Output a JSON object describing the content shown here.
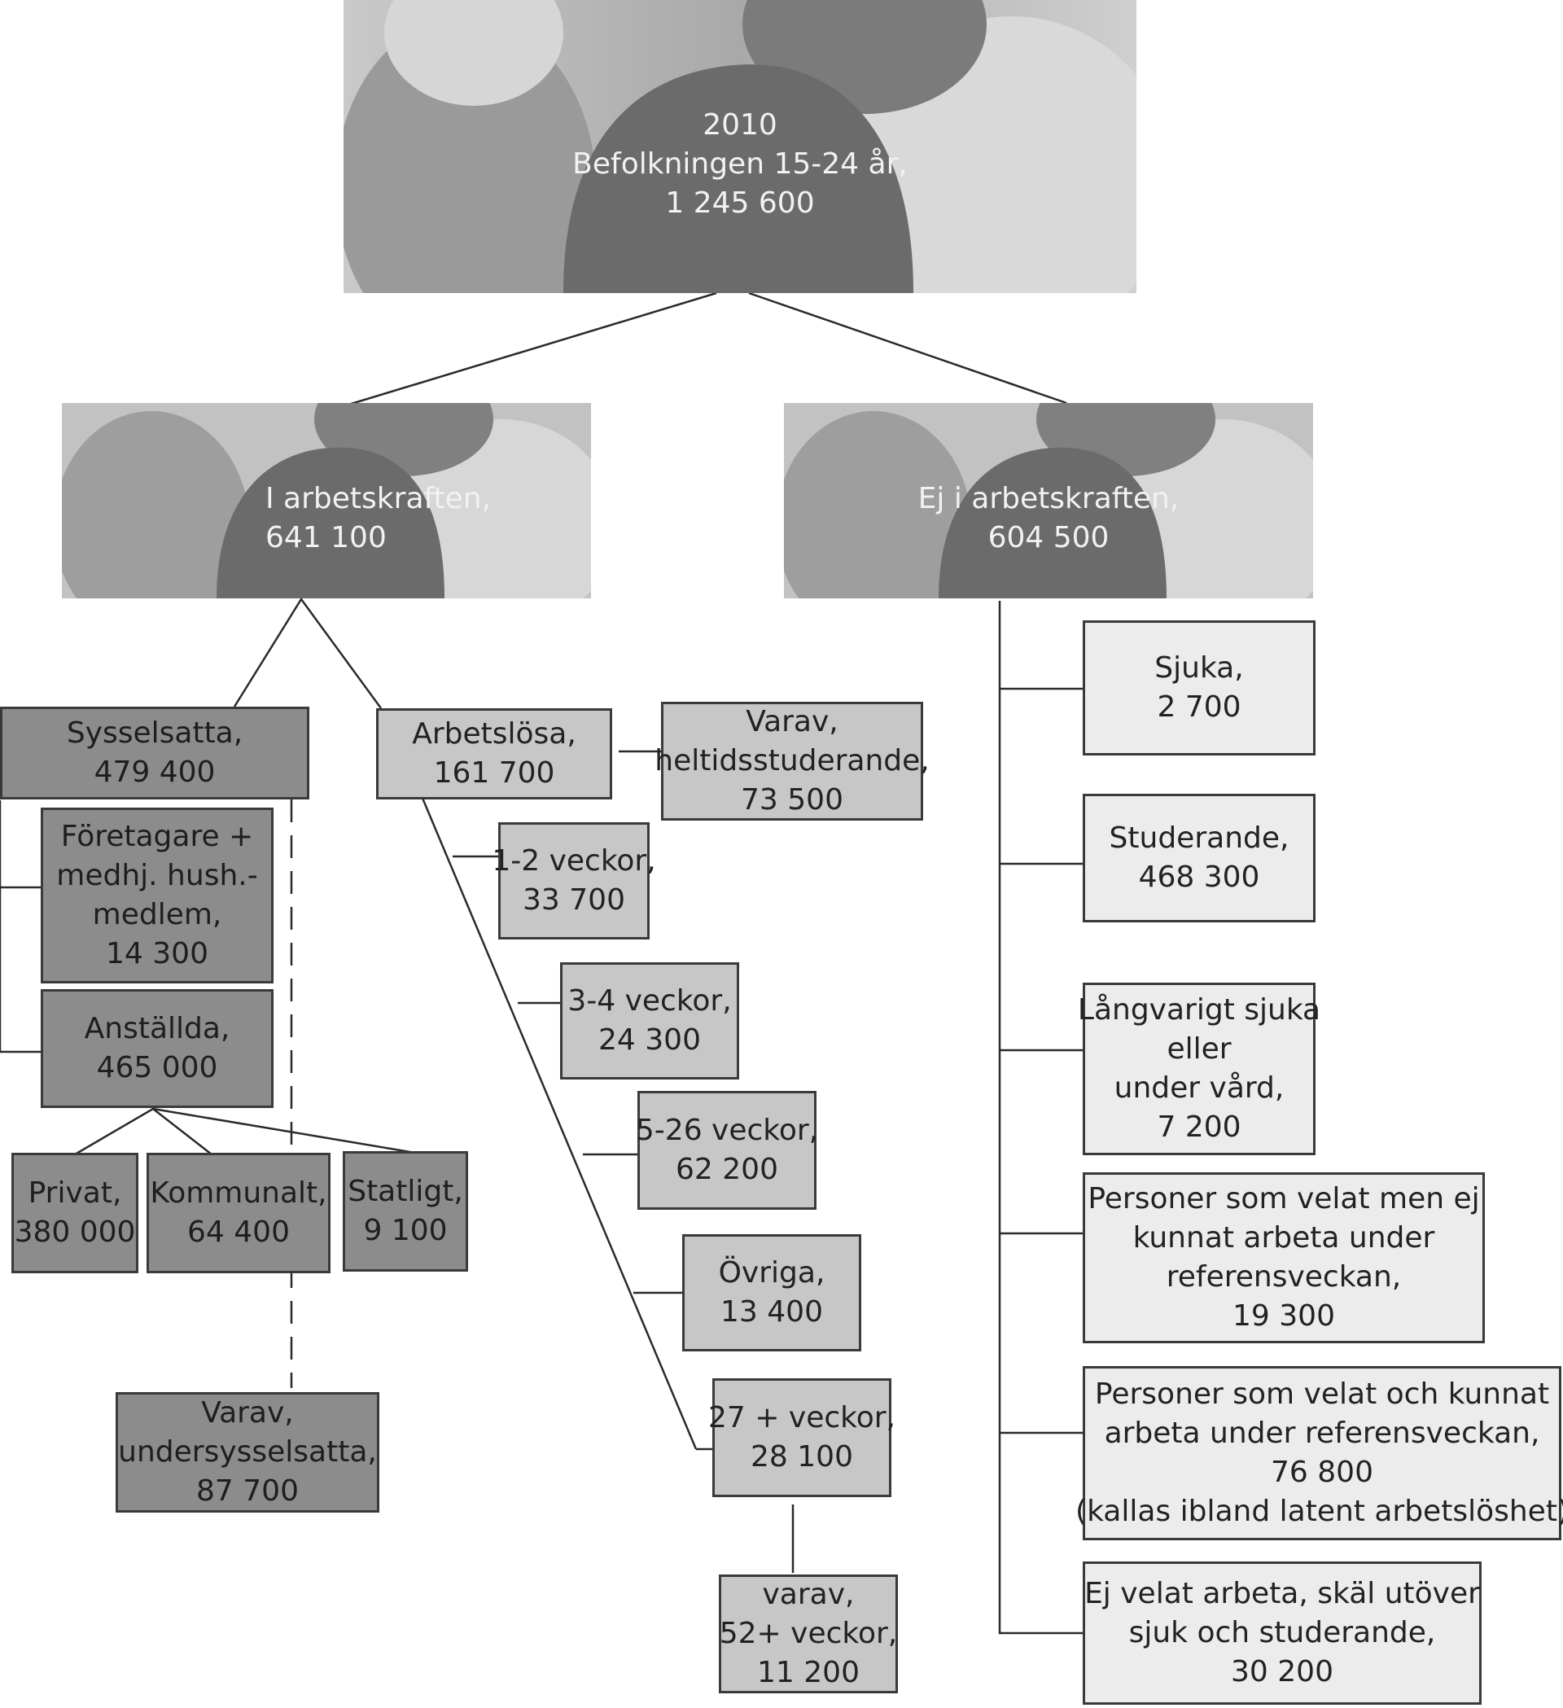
{
  "root": {
    "lines": [
      "2010",
      "Befolkningen 15-24 år,",
      "1 245 600"
    ]
  },
  "labor_force": {
    "lines": [
      "I arbetskraften,",
      "641 100"
    ]
  },
  "not_labor_force": {
    "lines": [
      "Ej i arbetskraften,",
      "604 500"
    ]
  },
  "employed": {
    "lines": [
      "Sysselsatta,",
      "479 400"
    ],
    "entrepreneurs": [
      "Företagare +",
      "medhj. hush.-",
      "medlem,",
      "14 300"
    ],
    "employees": [
      "Anställda,",
      "465 000"
    ],
    "private": [
      "Privat,",
      "380 000"
    ],
    "municipal": [
      "Kommunalt,",
      "64 400"
    ],
    "state": [
      "Statligt,",
      "9 100"
    ],
    "underemployed": [
      "Varav,",
      "undersysselsatta,",
      "87 700"
    ]
  },
  "unemployed": {
    "lines": [
      "Arbetslösa,",
      "161 700"
    ],
    "fulltime_students": [
      "Varav,",
      "heltidsstuderande,",
      "73 500"
    ],
    "weeks_1_2": [
      "1-2 veckor,",
      "33 700"
    ],
    "weeks_3_4": [
      "3-4 veckor,",
      "24 300"
    ],
    "weeks_5_26": [
      "5-26 veckor,",
      "62 200"
    ],
    "other": [
      "Övriga,",
      "13 400"
    ],
    "weeks_27_plus": [
      "27 + veckor,",
      "28 100"
    ],
    "weeks_52_plus": [
      "varav,",
      "52+ veckor,",
      "11 200"
    ]
  },
  "outside": {
    "sick": [
      "Sjuka,",
      "2 700"
    ],
    "students": [
      "Studerande,",
      "468 300"
    ],
    "long_sick": [
      "Långvarigt sjuka",
      "eller",
      "under vård,",
      "7 200"
    ],
    "wanted_not_able": [
      "Personer som velat men ej",
      "kunnat arbeta under",
      "referensveckan,",
      "19 300"
    ],
    "wanted_and_able": [
      "Personer som velat och kunnat",
      "arbeta under referensveckan,",
      "76 800",
      "(kallas ibland latent arbetslöshet)"
    ],
    "not_wanted": [
      "Ej velat arbeta, skäl utöver",
      "sjuk och studerande,",
      "30 200"
    ]
  },
  "colors": {
    "dark_box": "#8c8c8c",
    "mid_box": "#c7c7c7",
    "light_box": "#ececec",
    "photo_base": "#b9b9b9",
    "photo_center": "#6f6f6f",
    "line": "#2a2a2a"
  }
}
